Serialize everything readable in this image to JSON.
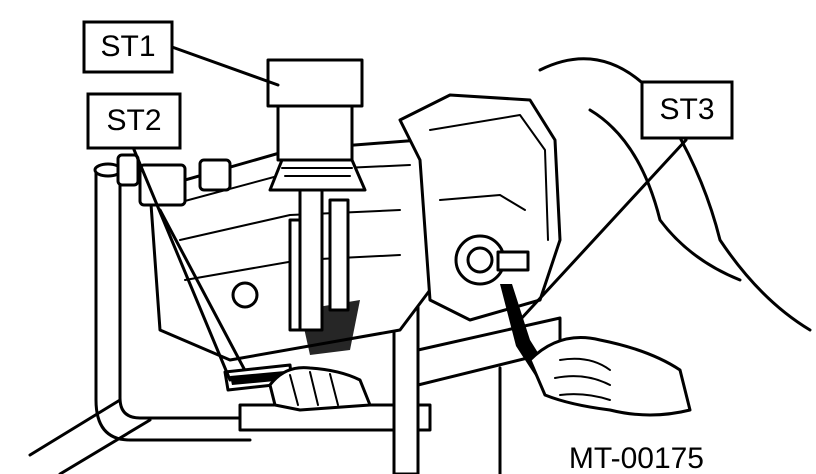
{
  "callouts": [
    {
      "id": "st1",
      "label": "ST1"
    },
    {
      "id": "st2",
      "label": "ST2"
    },
    {
      "id": "st3",
      "label": "ST3"
    }
  ],
  "figure_code": "MT-00175",
  "colors": {
    "ink": "#000000",
    "paper": "#ffffff"
  }
}
